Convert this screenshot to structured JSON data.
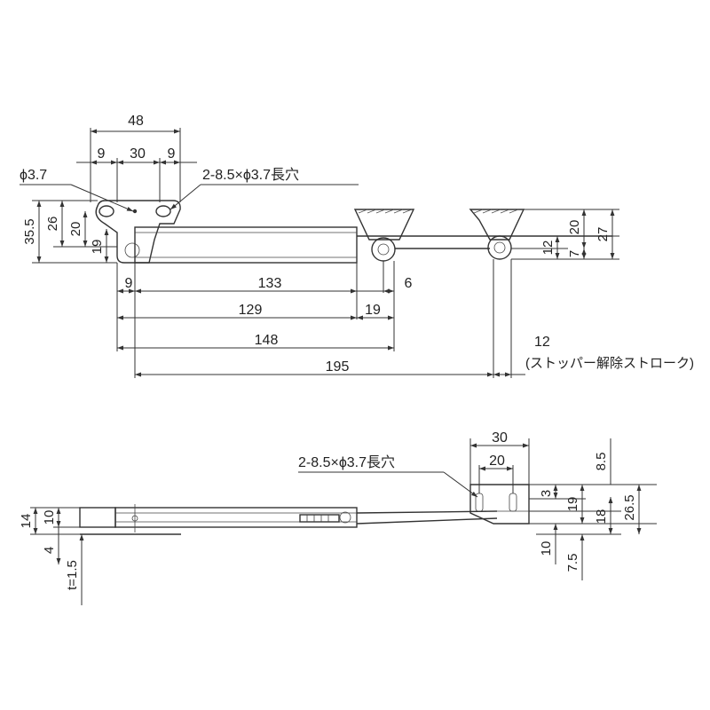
{
  "top_view": {
    "dims": {
      "d48": "48",
      "d9a": "9",
      "d30": "30",
      "d9b": "9",
      "phi": "ϕ3.7",
      "slot": "2-8.5×ϕ3.7長穴",
      "d35_5": "35.5",
      "d26": "26",
      "d20": "20",
      "d19": "19",
      "d9c": "9",
      "d133": "133",
      "d6": "6",
      "d129": "129",
      "d19b": "19",
      "d148": "148",
      "d195": "195",
      "d12": "12",
      "d7": "7",
      "d20b": "20",
      "d27": "27",
      "d12b": "12",
      "stroke_note": "(ストッパー解除ストローク)"
    }
  },
  "side_view": {
    "dims": {
      "d14": "14",
      "d10": "10",
      "d4": "4",
      "t": "t=1.5",
      "slot": "2-8.5×ϕ3.7長穴",
      "d30": "30",
      "d20": "20",
      "d8_5": "8.5",
      "d3": "3",
      "d19": "19",
      "d18": "18",
      "d26_5": "26.5",
      "d10b": "10",
      "d7_5": "7.5"
    }
  }
}
